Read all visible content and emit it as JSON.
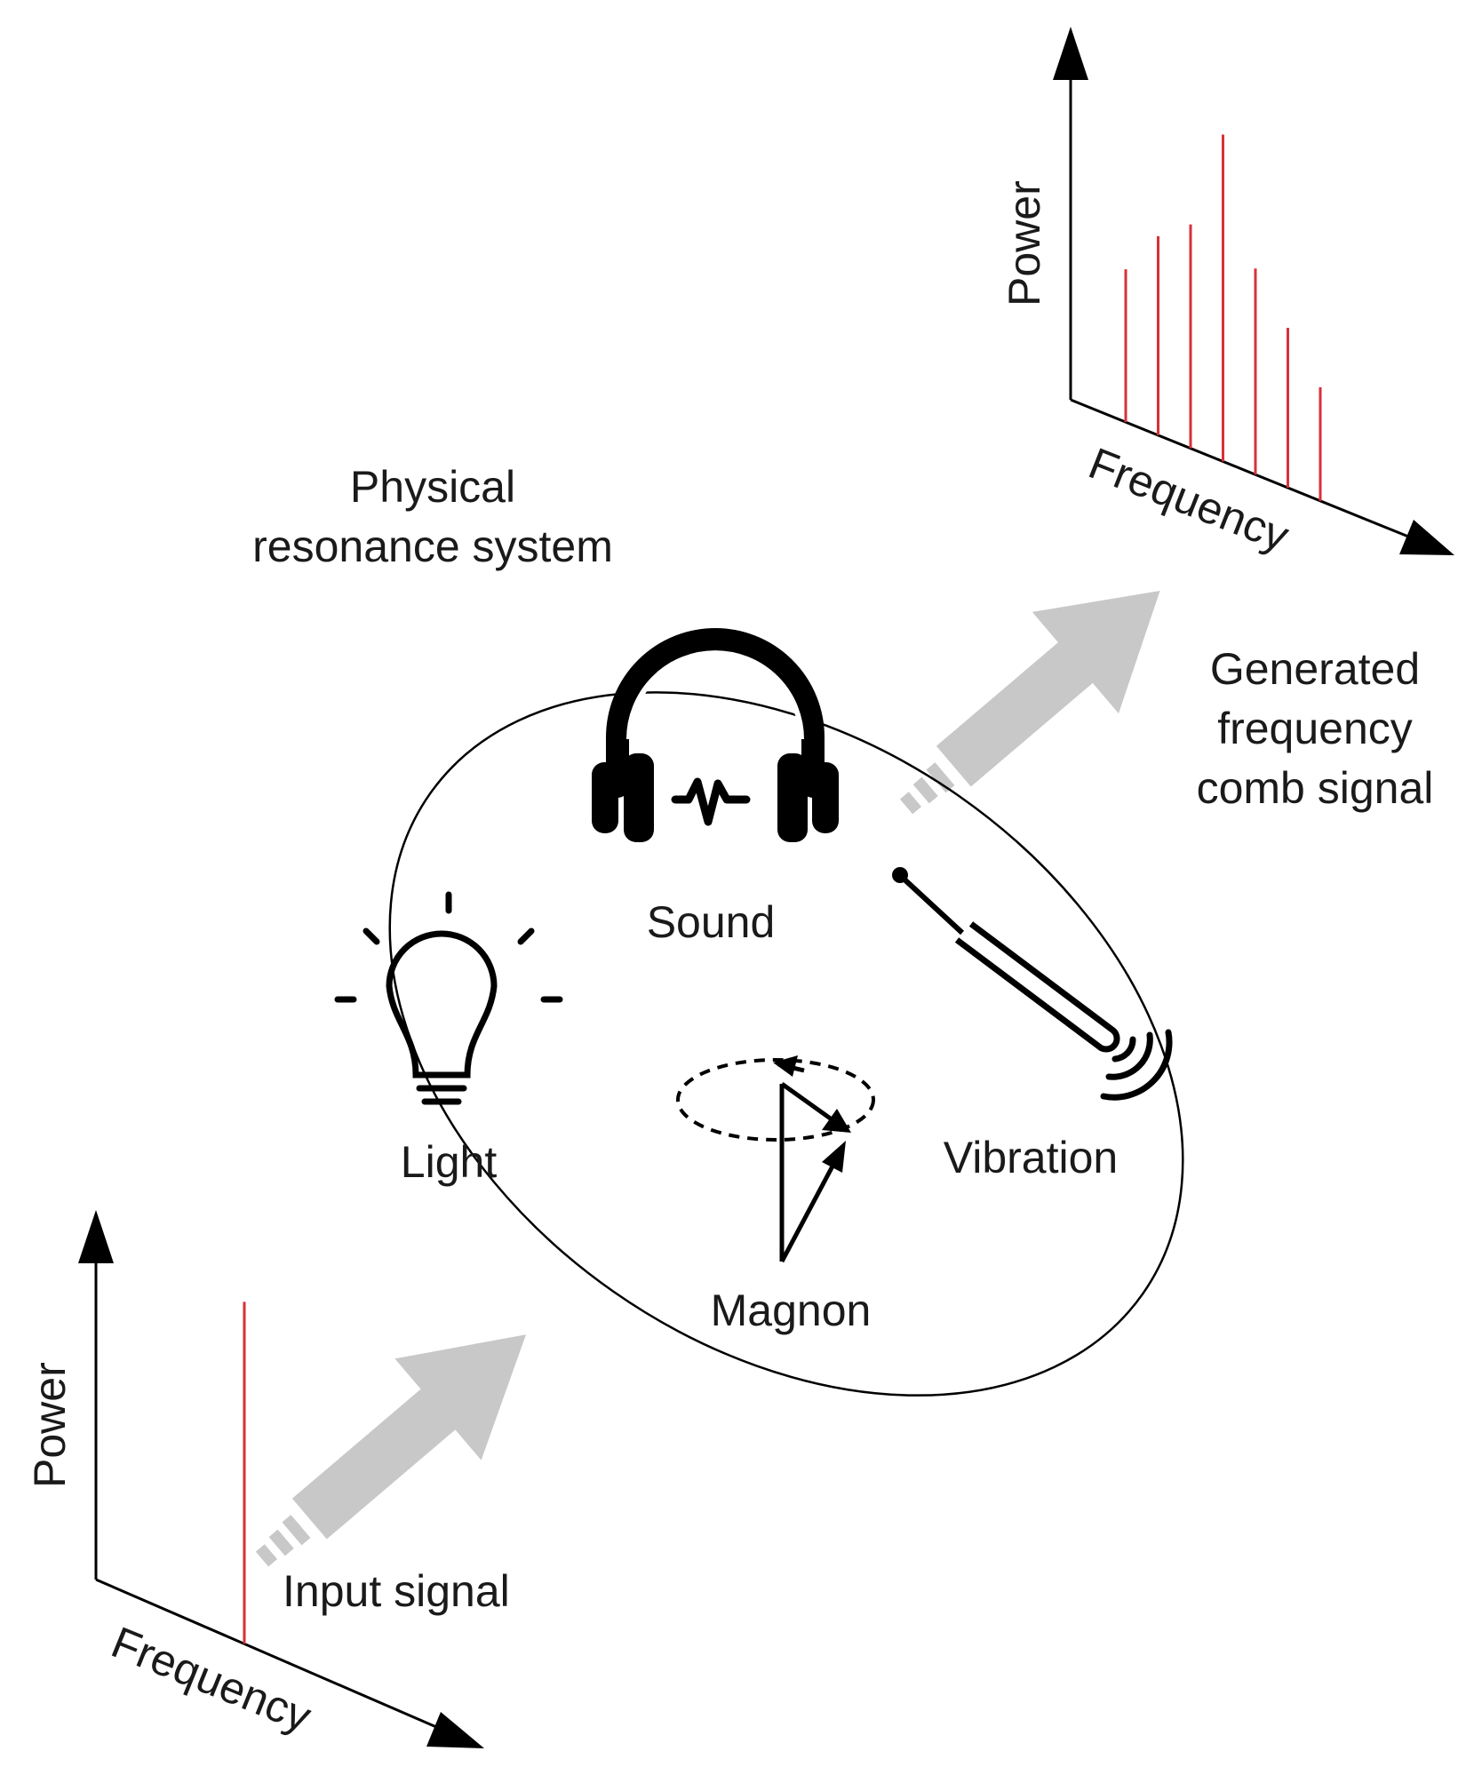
{
  "system": {
    "title_line1": "Physical",
    "title_line2": "resonance system"
  },
  "modes": {
    "sound": "Sound",
    "light": "Light",
    "magnon": "Magnon",
    "vibration": "Vibration"
  },
  "input": {
    "label": "Input signal"
  },
  "output": {
    "label_line1": "Generated",
    "label_line2": "frequency",
    "label_line3": "comb signal"
  },
  "colors": {
    "spectral_line": "#d9303a",
    "flow_arrow": "#c8c8c8",
    "ink": "#000000"
  },
  "icons": [
    "headphones-icon",
    "light-bulb-icon",
    "magnon-precession-icon",
    "tuning-fork-icon"
  ],
  "chart_data": [
    {
      "type": "bar",
      "panel": "input-spectrum",
      "xlabel": "Frequency",
      "ylabel": "Power",
      "x": [
        1
      ],
      "values": [
        1.0
      ]
    },
    {
      "type": "bar",
      "panel": "output-spectrum",
      "xlabel": "Frequency",
      "ylabel": "Power",
      "x": [
        1,
        2,
        3,
        4,
        5,
        6,
        7
      ],
      "values": [
        0.43,
        0.56,
        0.63,
        0.92,
        0.58,
        0.45,
        0.32
      ]
    }
  ]
}
